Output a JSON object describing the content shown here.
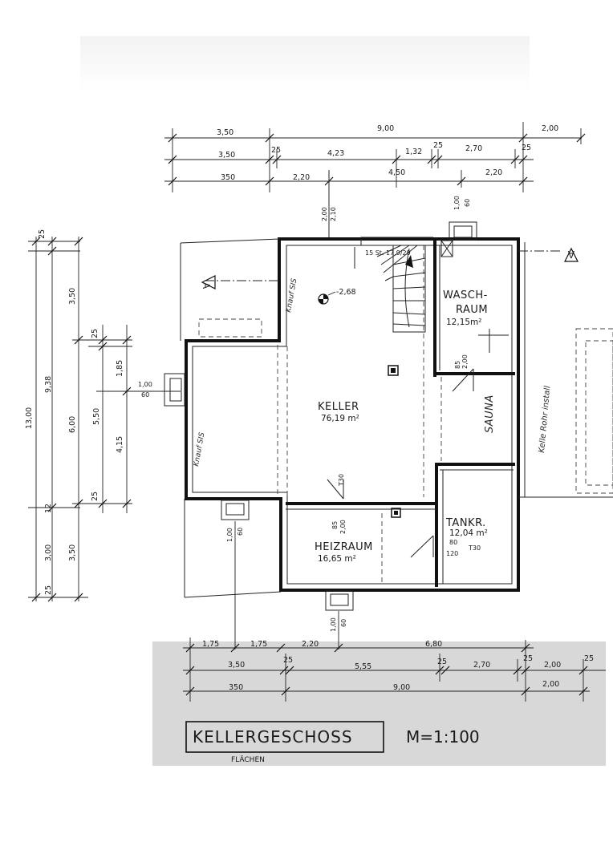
{
  "title": {
    "name": "KELLERGESCHOSS",
    "scale": "M=1:100"
  },
  "rooms": {
    "keller": {
      "name": "KELLER",
      "area": "76,19 m²"
    },
    "waschraum": {
      "name_line1": "WASCH-",
      "name_line2": "RAUM",
      "area": "12,15m²"
    },
    "sauna": {
      "name": "SAUNA"
    },
    "tankraum": {
      "name": "TANKR.",
      "area": "12,04 m²"
    },
    "heizraum": {
      "name": "HEIZRAUM",
      "area": "16,65 m²"
    }
  },
  "annotations": {
    "level": "-2,68",
    "stair": "15 St. 17,9/29",
    "section_mark": "A",
    "door_a": "85",
    "door_a2": "2,00",
    "door_b": "85",
    "door_b2": "2,00",
    "door_c": "T30",
    "door_d": "80",
    "door_d2": "120",
    "door_d3": "T30",
    "window_top_a": "2,00",
    "window_top_b": "2,10",
    "window_top2_a": "1,00",
    "window_top2_b": "60",
    "window_left_a": "1,00",
    "window_left_b": "60",
    "window_bl_a": "1,00",
    "window_bl_b": "60",
    "window_bm_a": "1,00",
    "window_bm_b": "60",
    "note_knauf_1": "Knauf SIS",
    "note_knauf_2": "Knauf SIS",
    "note_keller_rohr": "Kelle Rohr install",
    "cut_text": "FLÄCHEN"
  },
  "dimensions": {
    "top_row1": [
      "3,50",
      "9,00",
      "2,00"
    ],
    "top_row2": [
      "3,50",
      "25",
      "4,23",
      "1,32",
      "25",
      "2,70",
      "25"
    ],
    "top_row3": [
      "350",
      "2,20",
      "4,50",
      "2,20"
    ],
    "left": [
      "25",
      "3,50",
      "9,38",
      "13,00",
      "6,00",
      "25",
      "1,85",
      "5,50",
      "4,15",
      "12",
      "25",
      "3,00",
      "3,50",
      "25"
    ],
    "bottom_row1": [
      "1,75",
      "1,75",
      "2,20",
      "6,80"
    ],
    "bottom_row2": [
      "3,50",
      "25",
      "5,55",
      "25",
      "2,70",
      "25",
      "2,00",
      "25"
    ],
    "bottom_row3": [
      "350",
      "9,00",
      "2,00"
    ]
  }
}
